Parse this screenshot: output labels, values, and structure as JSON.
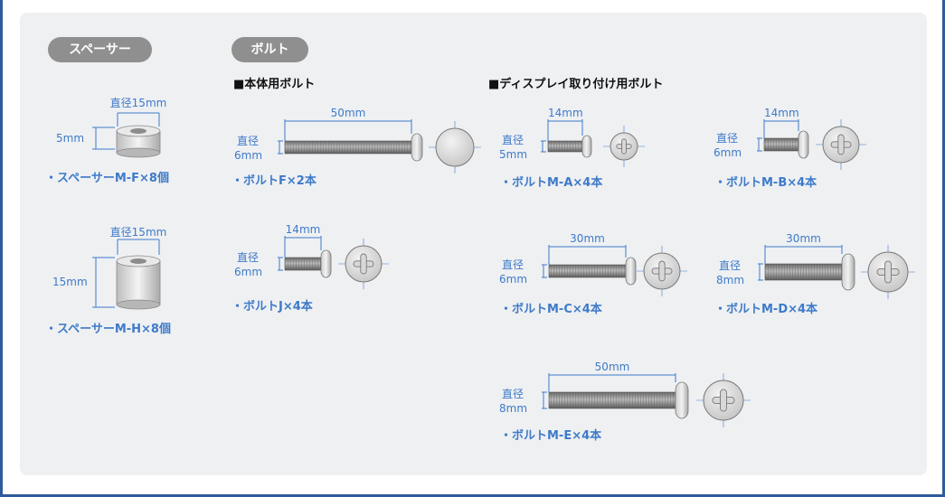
{
  "sections": {
    "spacer_tag": "スペーサー",
    "bolt_tag": "ボルト",
    "body_bolt_heading": "■本体用ボルト",
    "display_bolt_heading": "■ディスプレイ取り付け用ボルト"
  },
  "spacers": [
    {
      "diameter_label": "直径15mm",
      "height_label": "5mm",
      "caption": "・スペーサーM-F×8個"
    },
    {
      "diameter_label": "直径15mm",
      "height_label": "15mm",
      "caption": "・スペーサーM-H×8個"
    }
  ],
  "bolts": [
    {
      "id": "f",
      "length_label": "50mm",
      "dia_line1": "直径",
      "dia_line2": "6mm",
      "caption": "・ボルトF×2本"
    },
    {
      "id": "j",
      "length_label": "14mm",
      "dia_line1": "直径",
      "dia_line2": "6mm",
      "caption": "・ボルトJ×4本"
    },
    {
      "id": "ma",
      "length_label": "14mm",
      "dia_line1": "直径",
      "dia_line2": "5mm",
      "caption": "・ボルトM-A×4本"
    },
    {
      "id": "mb",
      "length_label": "14mm",
      "dia_line1": "直径",
      "dia_line2": "6mm",
      "caption": "・ボルトM-B×4本"
    },
    {
      "id": "mc",
      "length_label": "30mm",
      "dia_line1": "直径",
      "dia_line2": "6mm",
      "caption": "・ボルトM-C×4本"
    },
    {
      "id": "md",
      "length_label": "30mm",
      "dia_line1": "直径",
      "dia_line2": "8mm",
      "caption": "・ボルトM-D×4本"
    },
    {
      "id": "me",
      "length_label": "50mm",
      "dia_line1": "直径",
      "dia_line2": "8mm",
      "caption": "・ボルトM-E×4本"
    }
  ],
  "colors": {
    "accent": "#3f7ac9",
    "frame": "#2f5a9b",
    "panel": "#eef0f2",
    "tag": "#8f8f8f"
  }
}
